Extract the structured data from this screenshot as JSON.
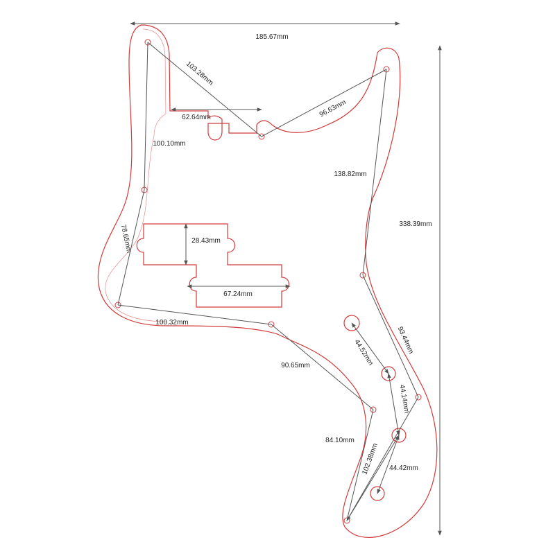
{
  "colors": {
    "outline": "#d23a3a",
    "outline_inner": "#e58a8a",
    "dimension": "#555555",
    "text": "#222222"
  },
  "dimensions": {
    "overall_width": "185.67mm",
    "overall_height": "338.39mm",
    "neck_diagonal": "103.28mm",
    "neck_pocket_width": "62.64mm",
    "upper_horn_diagonal": "96.63mm",
    "left_upper_vertical": "100.10mm",
    "right_side_vertical": "138.82mm",
    "left_lower_vertical": "78.65mm",
    "pickup_height": "28.43mm",
    "pickup_width": "67.24mm",
    "lower_left_horizontal": "100.32mm",
    "lower_diagonal": "90.65mm",
    "control_hole_spacing_1": "44.52mm",
    "control_hole_spacing_2": "44.14mm",
    "right_lower_diagonal": "93.44mm",
    "bottom_left_diagonal": "84.10mm",
    "bottom_diagonal": "102.38mm",
    "bottom_right_spacing": "44.42mm"
  }
}
